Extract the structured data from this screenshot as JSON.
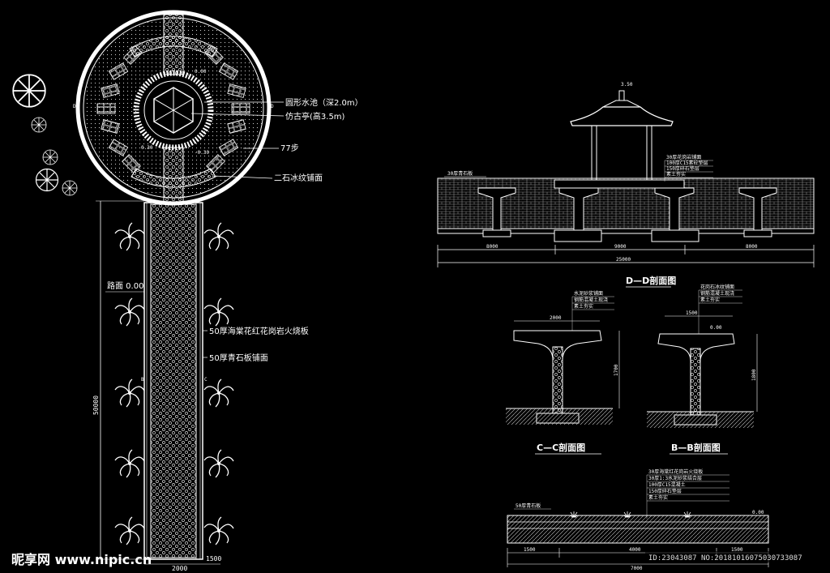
{
  "plan": {
    "callouts": {
      "pool": "圆形水池（深2.0m）",
      "pavilion": "仿古亭(高3.5m)",
      "steps": "77步",
      "ice_paving": "二石冰纹铺面"
    },
    "road_elev": "路面 0.00",
    "path_notes": [
      "50厚海棠花红花岗岩火烧板",
      "50厚青石板铺面"
    ],
    "dim_total": "50000",
    "dim_bottom_left": "2000",
    "dim_bottom_right": "1500",
    "elev_marks": [
      "0.00",
      "0.30",
      "-0.30"
    ],
    "section_marks": [
      "B",
      "C",
      "D",
      "D"
    ]
  },
  "section_dd": {
    "title": "D—D剖面图",
    "left_note": "30厚青石板",
    "top_elev": "3.50",
    "notes": [
      "30厚花岗岩铺面",
      "100厚C15素砼垫层",
      "150厚碎石垫层",
      "素土夯实"
    ],
    "dims": [
      "8000",
      "9000",
      "8000"
    ],
    "dim_total": "25000"
  },
  "section_cc": {
    "title": "C—C剖面图",
    "notes": [
      "水泥砂浆铺面",
      "钢筋混凝土现浇",
      "素土夯实"
    ],
    "width": "2000",
    "height": "1700"
  },
  "section_bb": {
    "title": "B—B剖面图",
    "notes": [
      "花岗石冰纹铺面",
      "钢筋混凝土现浇",
      "素土夯实"
    ],
    "width": "1500",
    "elev": "0.00",
    "height": "1800"
  },
  "path_section": {
    "notes": [
      "30厚海棠红花岗岩火烧板",
      "30厚1:3水泥砂浆结合层",
      "100厚C15混凝土",
      "150厚碎石垫层",
      "素土夯实"
    ],
    "left_note": "50厚青石板",
    "elev": "0.00",
    "dims": [
      "1500",
      "4000",
      "1500"
    ],
    "dim_total": "7000"
  },
  "watermark": {
    "logo": "昵享网 www.nipic.cn",
    "id": "ID:23043087 NO:20181016075030733087"
  }
}
